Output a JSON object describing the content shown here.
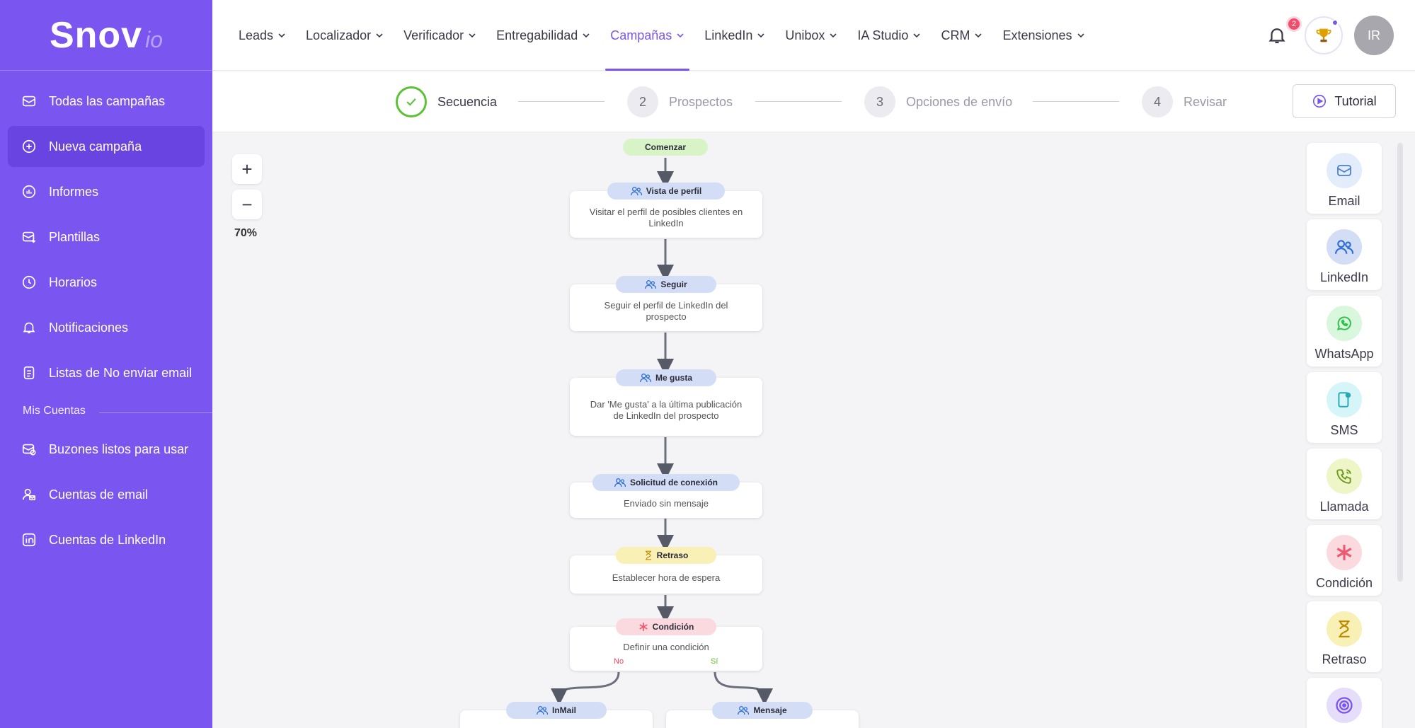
{
  "brand": {
    "name": "Snov",
    "suffix": "io"
  },
  "sidebar": {
    "items": [
      {
        "label": "Todas las campañas",
        "icon": "mail-icon"
      },
      {
        "label": "Nueva campaña",
        "icon": "plus-circle-icon",
        "active": true
      },
      {
        "label": "Informes",
        "icon": "chart-icon"
      },
      {
        "label": "Plantillas",
        "icon": "template-icon"
      },
      {
        "label": "Horarios",
        "icon": "clock-icon"
      },
      {
        "label": "Notificaciones",
        "icon": "bell-icon"
      },
      {
        "label": "Listas de No enviar email",
        "icon": "list-icon"
      }
    ],
    "section_label": "Mis Cuentas",
    "accounts": [
      {
        "label": "Buzones listos para usar",
        "icon": "mailbox-icon"
      },
      {
        "label": "Cuentas de email",
        "icon": "user-mail-icon"
      },
      {
        "label": "Cuentas de LinkedIn",
        "icon": "linkedin-icon"
      }
    ]
  },
  "topnav": {
    "items": [
      "Leads",
      "Localizador",
      "Verificador",
      "Entregabilidad",
      "Campañas",
      "LinkedIn",
      "Unibox",
      "IA Studio",
      "CRM",
      "Extensiones"
    ],
    "active": "Campañas",
    "notification_count": "2",
    "avatar_initials": "IR"
  },
  "stepper": {
    "steps": [
      {
        "number": "",
        "label": "Secuencia",
        "done": true
      },
      {
        "number": "2",
        "label": "Prospectos"
      },
      {
        "number": "3",
        "label": "Opciones de envío"
      },
      {
        "number": "4",
        "label": "Revisar"
      }
    ],
    "tutorial_label": "Tutorial"
  },
  "canvas": {
    "zoom_in": "+",
    "zoom_out": "−",
    "zoom_level": "70%",
    "start_label": "Comenzar",
    "nodes": [
      {
        "tag": "Vista de perfil",
        "text": "Visitar el perfil de posibles clientes en LinkedIn"
      },
      {
        "tag": "Seguir",
        "text": "Seguir el perfil de LinkedIn del prospecto"
      },
      {
        "tag": "Me gusta",
        "text": "Dar 'Me gusta' a la última publicación de LinkedIn del prospecto"
      },
      {
        "tag": "Solicitud de conexión",
        "text": "Enviado sin mensaje"
      },
      {
        "tag": "Retraso",
        "text": "Establecer hora de espera"
      },
      {
        "tag": "Condición",
        "text": "Definir una condición"
      }
    ],
    "branch_no": "No",
    "branch_yes": "Sí",
    "branch_nodes": [
      "InMail",
      "Mensaje"
    ]
  },
  "palette": [
    {
      "label": "Email",
      "icon": "mail-icon",
      "color": "#e2ecfb"
    },
    {
      "label": "LinkedIn",
      "icon": "people-icon",
      "color": "#d3def6"
    },
    {
      "label": "WhatsApp",
      "icon": "whatsapp-icon",
      "color": "#d8f7dc"
    },
    {
      "label": "SMS",
      "icon": "sms-icon",
      "color": "#d5f5f8"
    },
    {
      "label": "Llamada",
      "icon": "phone-icon",
      "color": "#eef5c6"
    },
    {
      "label": "Condición",
      "icon": "asterisk-icon",
      "color": "#fbdadf"
    },
    {
      "label": "Retraso",
      "icon": "hourglass-icon",
      "color": "#f8f0b5"
    },
    {
      "label": "",
      "icon": "target-icon",
      "color": "#e6ddfb"
    }
  ],
  "colors": {
    "accent": "#7a55f0",
    "success": "#5bc236",
    "danger": "#f34b6c"
  }
}
